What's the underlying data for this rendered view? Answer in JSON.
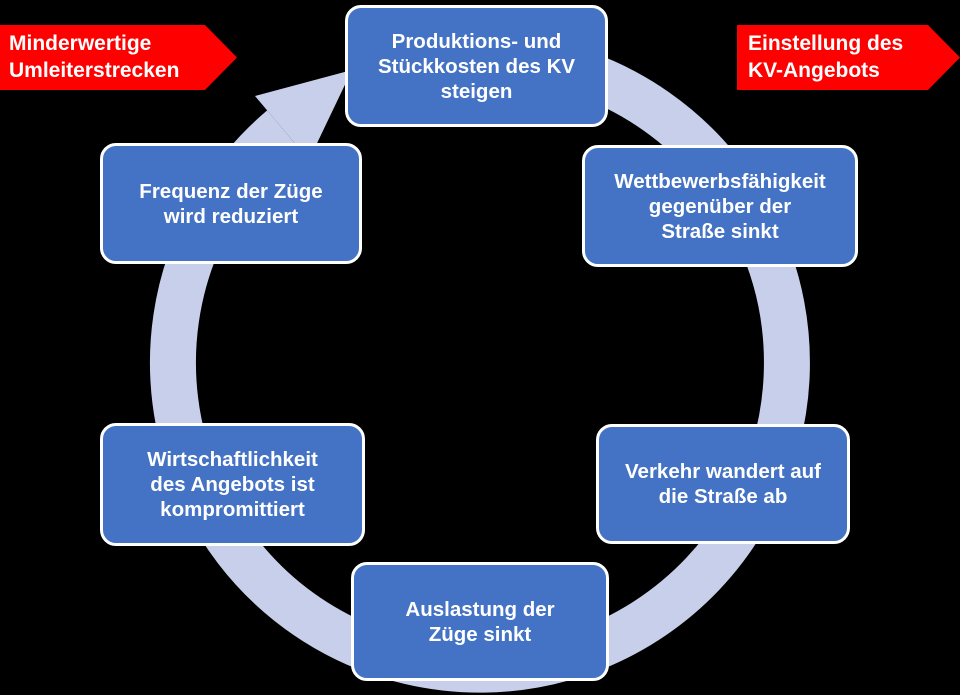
{
  "background_color": "#000000",
  "cycle": {
    "ring_color": "#C8CFEA",
    "node_color": "#4472C4",
    "node_border_color": "#FFFFFF",
    "direction": "clockwise",
    "nodes": [
      {
        "id": "produktionskosten",
        "label": "Produktions- und\nStückkosten des KV\nsteigen"
      },
      {
        "id": "wettbewerbsfaehigkeit",
        "label": "Wettbewerbsfähigkeit\ngegenüber der\nStraße sinkt"
      },
      {
        "id": "verkehr",
        "label": "Verkehr wandert auf\ndie Straße ab"
      },
      {
        "id": "auslastung",
        "label": "Auslastung der\nZüge sinkt"
      },
      {
        "id": "wirtschaftlichkeit",
        "label": "Wirtschaftlichkeit\ndes Angebots ist\nkompromittiert"
      },
      {
        "id": "frequenz",
        "label": "Frequenz der Züge\nwird reduziert"
      }
    ]
  },
  "callouts": {
    "left": {
      "label": "Minderwertige\nUmleiterstrecken",
      "color": "#FF0000"
    },
    "right": {
      "label": "Einstellung des\nKV-Angebots",
      "color": "#FF0000"
    }
  }
}
